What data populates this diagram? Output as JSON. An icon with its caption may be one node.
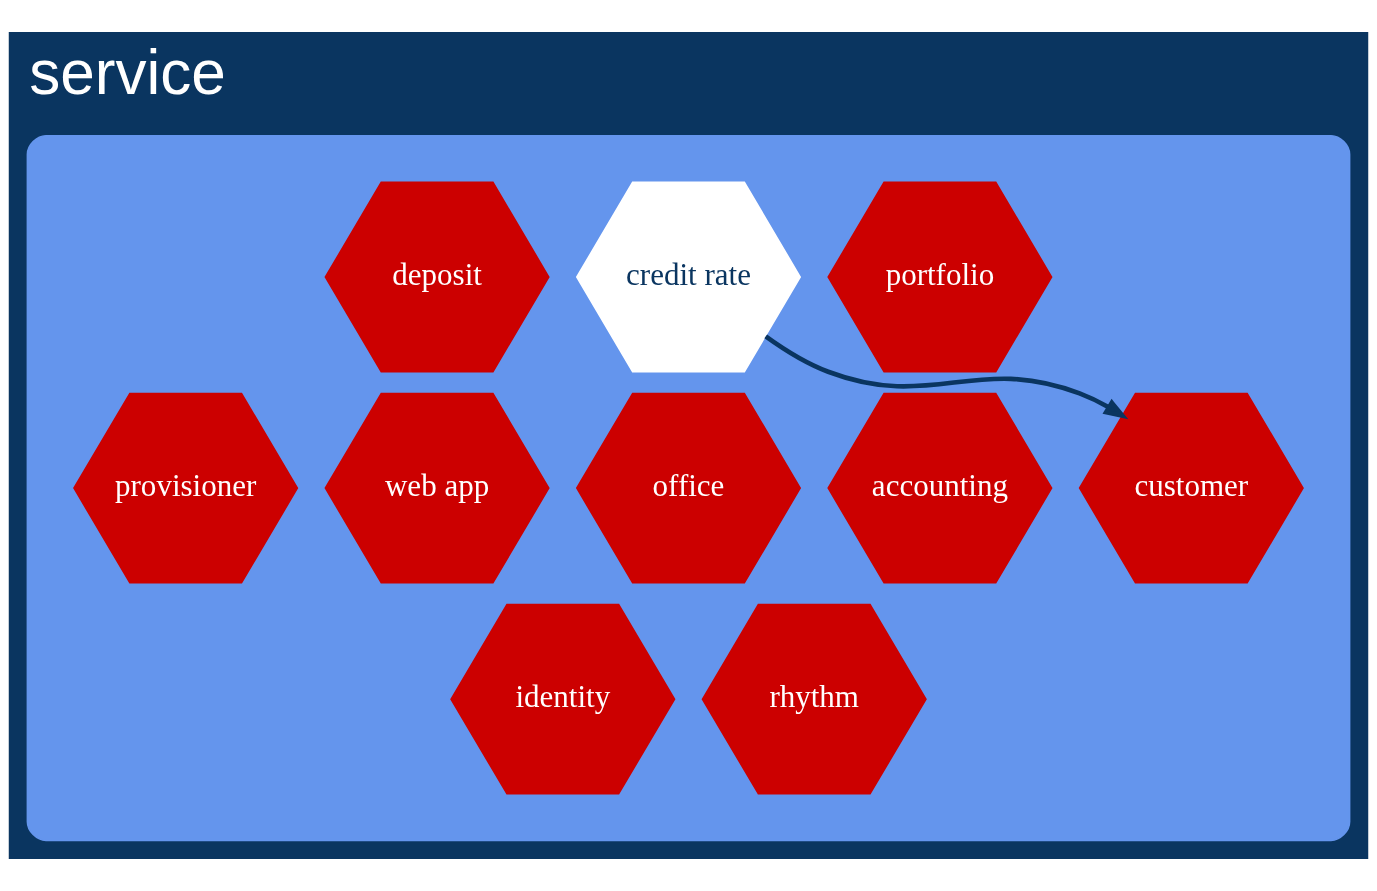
{
  "diagram": {
    "title": "service",
    "nodes": [
      {
        "text": [],
        "shape": "cloud"
      },
      {
        "text": [
          "portfolio"
        ],
        "in": 0
      },
      {
        "text": [
          "deposit"
        ],
        "in": 0
      },
      {
        "text": [
          "credit rate"
        ],
        "in": 0
      },
      {
        "text": [
          "office"
        ],
        "in": 0
      },
      {
        "text": [
          "accounting"
        ],
        "in": 0
      },
      {
        "text": [
          "customer"
        ],
        "in": 0
      },
      {
        "text": [
          "web app"
        ],
        "in": 0
      },
      {
        "text": [
          "provisioner"
        ],
        "in": 0
      },
      {
        "text": [
          "identity"
        ],
        "in": 0
      },
      {
        "text": [
          "rhythm"
        ],
        "in": 0
      }
    ],
    "edges": [
      {
        "from": 3,
        "to": 6,
        "arrow": "to"
      }
    ]
  }
}
